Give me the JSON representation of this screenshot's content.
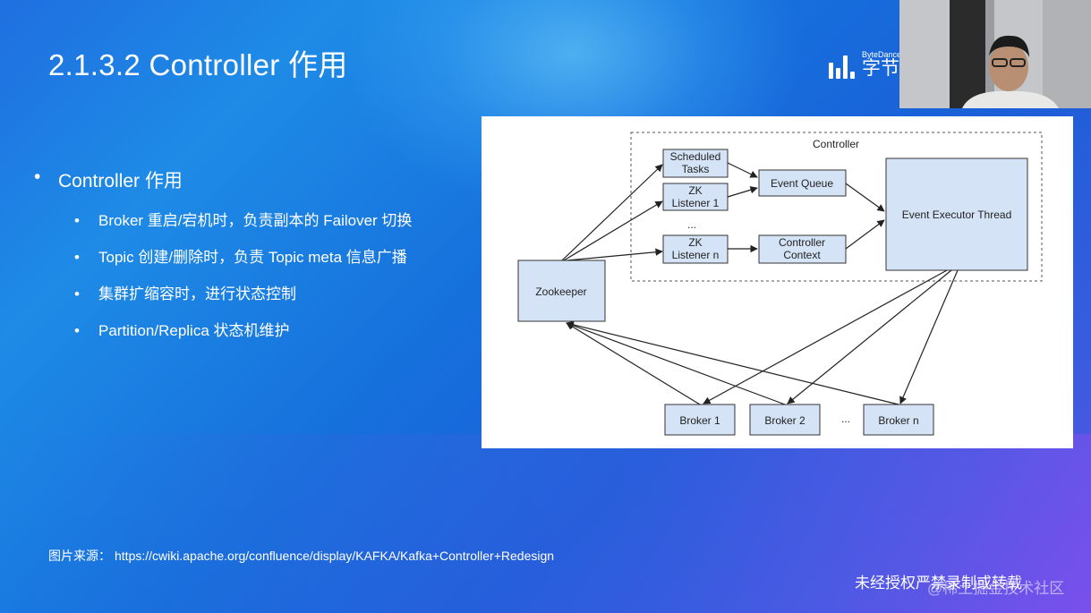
{
  "slide": {
    "title": "2.1.3.2 Controller 作用",
    "logo_small": "ByteDance",
    "logo_big": "字节",
    "bullets": {
      "main": "Controller 作用",
      "sub": [
        "Broker 重启/宕机时，负责副本的 Failover 切换",
        "Topic 创建/删除时，负责 Topic meta 信息广播",
        "集群扩缩容时，进行状态控制",
        "Partition/Replica 状态机维护"
      ]
    },
    "source_label": "图片来源：",
    "source_url": "https://cwiki.apache.org/confluence/display/KAFKA/Kafka+Controller+Redesign",
    "notice": "未经授权严禁录制或转载",
    "watermark": "@稀土掘金技术社区"
  },
  "diagram": {
    "controller_label": "Controller",
    "nodes": {
      "scheduled_tasks": [
        "Scheduled",
        "Tasks"
      ],
      "zk_listener_1": [
        "ZK",
        "Listener 1"
      ],
      "ellipsis_listeners": "...",
      "zk_listener_n": [
        "ZK",
        "Listener n"
      ],
      "event_queue": "Event Queue",
      "controller_context": [
        "Controller",
        "Context"
      ],
      "event_executor_thread": "Event Executor Thread",
      "zookeeper": "Zookeeper",
      "broker_1": "Broker 1",
      "broker_2": "Broker 2",
      "ellipsis_brokers": "...",
      "broker_n": "Broker n"
    }
  }
}
